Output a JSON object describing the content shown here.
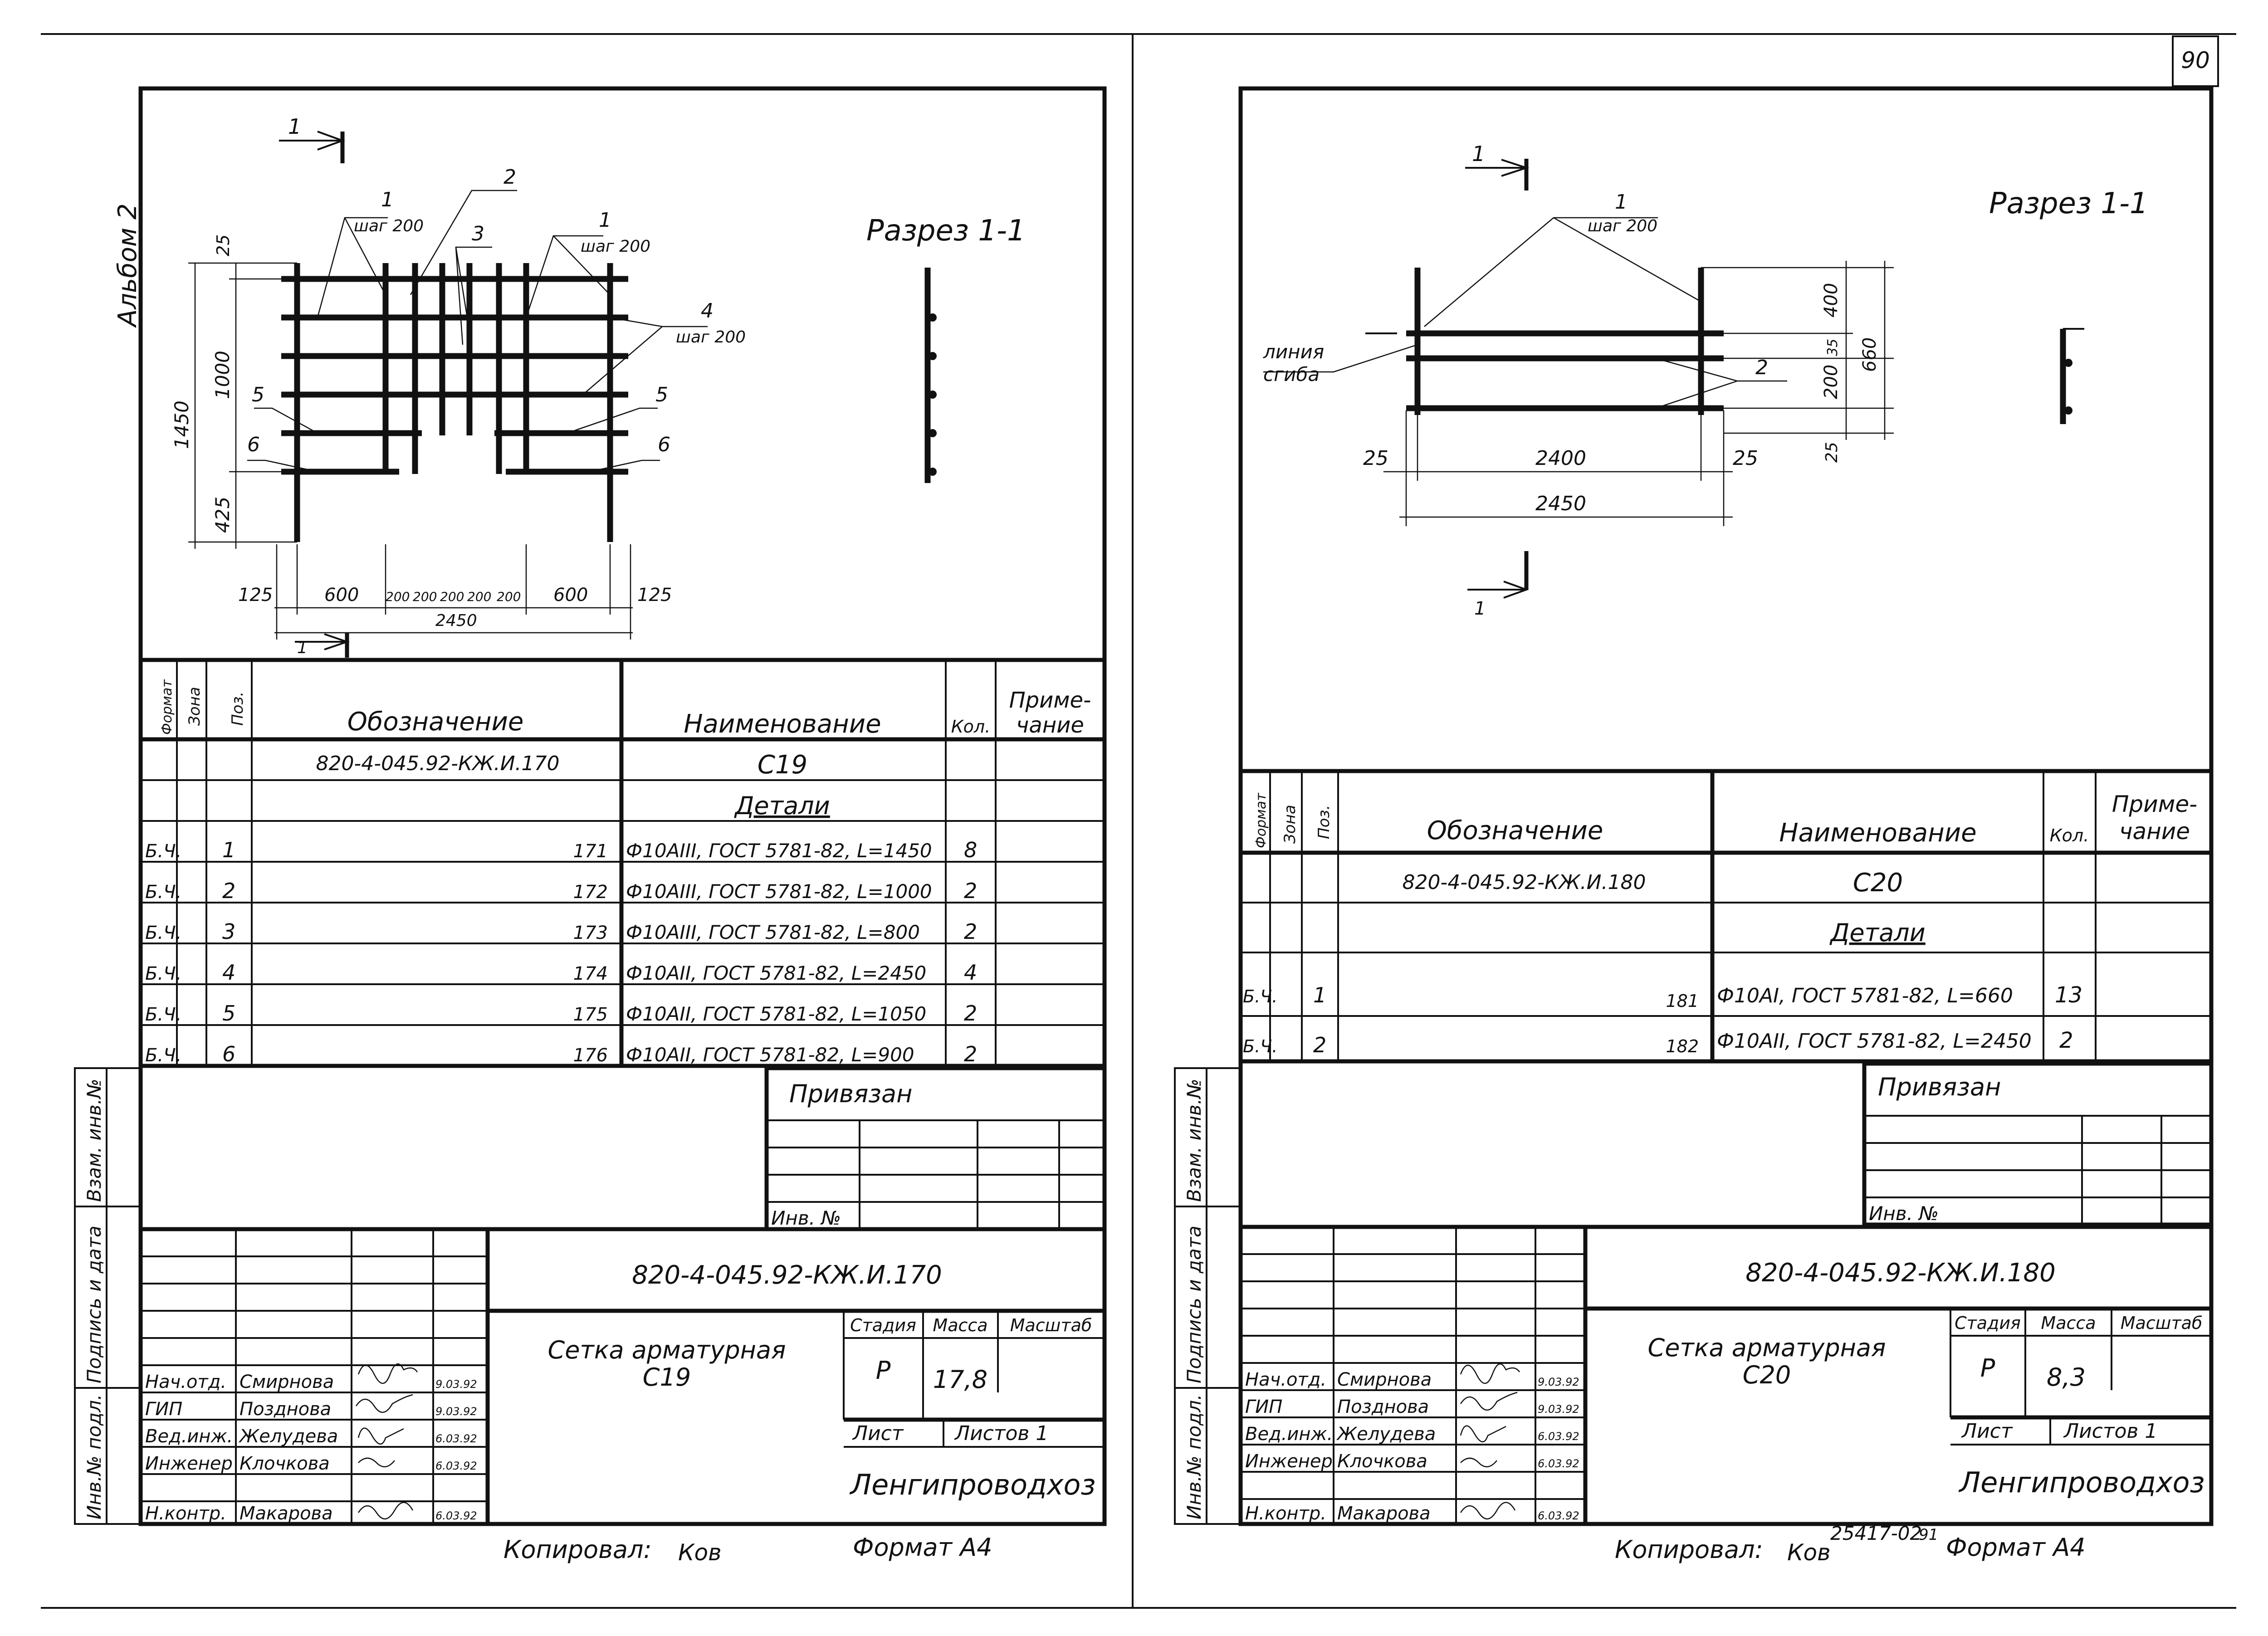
{
  "page_number": "90",
  "album": "Альбом 2",
  "copied_by_label": "Копировал:",
  "copied_by_signature": "Ков",
  "format_label": "Формат А4",
  "doc_stamp": "25417-02",
  "doc_stamp_page": "91",
  "spec_headers": {
    "format": "Формат",
    "zone": "Зона",
    "pos": "Поз.",
    "designation": "Обозначение",
    "name": "Наименование",
    "qty": "Кол.",
    "note_line1": "Приме-",
    "note_line2": "чание"
  },
  "side_labels": {
    "vzam_inv": "Взам. инв.№",
    "podpis_data": "Подпись и дата",
    "inv_podl": "Инв.№ подл."
  },
  "title_labels": {
    "privyazan": "Привязан",
    "inv_no": "Инв. №",
    "stadia": "Стадия",
    "massa": "Масса",
    "masshtab": "Масштаб",
    "list": "Лист",
    "listov": "Листов 1",
    "org": "Ленгипроводхоз"
  },
  "signatories": [
    {
      "role": "Нач.отд.",
      "name": "Смирнова",
      "date": "9.03.92"
    },
    {
      "role": "ГИП",
      "name": "Позднова",
      "date": "9.03.92"
    },
    {
      "role": "Вед.инж.",
      "name": "Желудева",
      "date": "6.03.92"
    },
    {
      "role": "Инженер",
      "name": "Клочкова",
      "date": "6.03.92"
    },
    {
      "role": "Н.контр.",
      "name": "Макарова",
      "date": "6.03.92"
    }
  ],
  "sheets": [
    {
      "section_title": "Разрез 1-1",
      "designation_main": "820-4-045.92-КЖ.И.170",
      "product_name": "С19",
      "details_label": "Детали",
      "doc_code": "820-4-045.92-КЖ.И.170",
      "title_line1": "Сетка арматурная",
      "title_line2": "С19",
      "stage": "Р",
      "mass": "17,8",
      "parts": [
        {
          "format": "Б.Ч.",
          "pos": "1",
          "code": "171",
          "name": "Ф10АIII, ГОСТ 5781-82, L=1450",
          "qty": "8"
        },
        {
          "format": "Б.Ч.",
          "pos": "2",
          "code": "172",
          "name": "Ф10АIII, ГОСТ 5781-82, L=1000",
          "qty": "2"
        },
        {
          "format": "Б.Ч.",
          "pos": "3",
          "code": "173",
          "name": "Ф10АIII, ГОСТ 5781-82, L=800",
          "qty": "2"
        },
        {
          "format": "Б.Ч.",
          "pos": "4",
          "code": "174",
          "name": "Ф10АII, ГОСТ 5781-82, L=2450",
          "qty": "4"
        },
        {
          "format": "Б.Ч.",
          "pos": "5",
          "code": "175",
          "name": "Ф10АII, ГОСТ 5781-82, L=1050",
          "qty": "2"
        },
        {
          "format": "Б.Ч.",
          "pos": "6",
          "code": "176",
          "name": "Ф10АII, ГОСТ 5781-82, L=900",
          "qty": "2"
        }
      ],
      "drawing": {
        "cut_mark": "1",
        "pitch": "шаг 200",
        "callouts": [
          "1",
          "2",
          "3",
          "4",
          "5",
          "6"
        ],
        "dims_vertical": [
          "25",
          "1000",
          "1450",
          "425"
        ],
        "dims_horizontal": [
          "125",
          "600",
          "200",
          "200",
          "200",
          "200",
          "200",
          "600",
          "125"
        ],
        "dim_total": "2450"
      }
    },
    {
      "section_title": "Разрез 1-1",
      "designation_main": "820-4-045.92-КЖ.И.180",
      "product_name": "С20",
      "details_label": "Детали",
      "doc_code": "820-4-045.92-КЖ.И.180",
      "title_line1": "Сетка арматурная",
      "title_line2": "С20",
      "stage": "Р",
      "mass": "8,3",
      "parts": [
        {
          "format": "Б.Ч.",
          "pos": "1",
          "code": "181",
          "name": "Ф10АI, ГОСТ 5781-82, L=660",
          "qty": "13"
        },
        {
          "format": "Б.Ч.",
          "pos": "2",
          "code": "182",
          "name": "Ф10АII, ГОСТ 5781-82, L=2450",
          "qty": "2"
        }
      ],
      "drawing": {
        "cut_mark": "1",
        "pitch": "шаг 200",
        "bend_line_1": "линия",
        "bend_line_2": "сгиба",
        "callouts": [
          "1",
          "2"
        ],
        "dims_vertical": [
          "400",
          "35",
          "200",
          "660",
          "25"
        ],
        "dims_horizontal": [
          "25",
          "2400",
          "25"
        ],
        "dim_total": "2450"
      }
    }
  ]
}
